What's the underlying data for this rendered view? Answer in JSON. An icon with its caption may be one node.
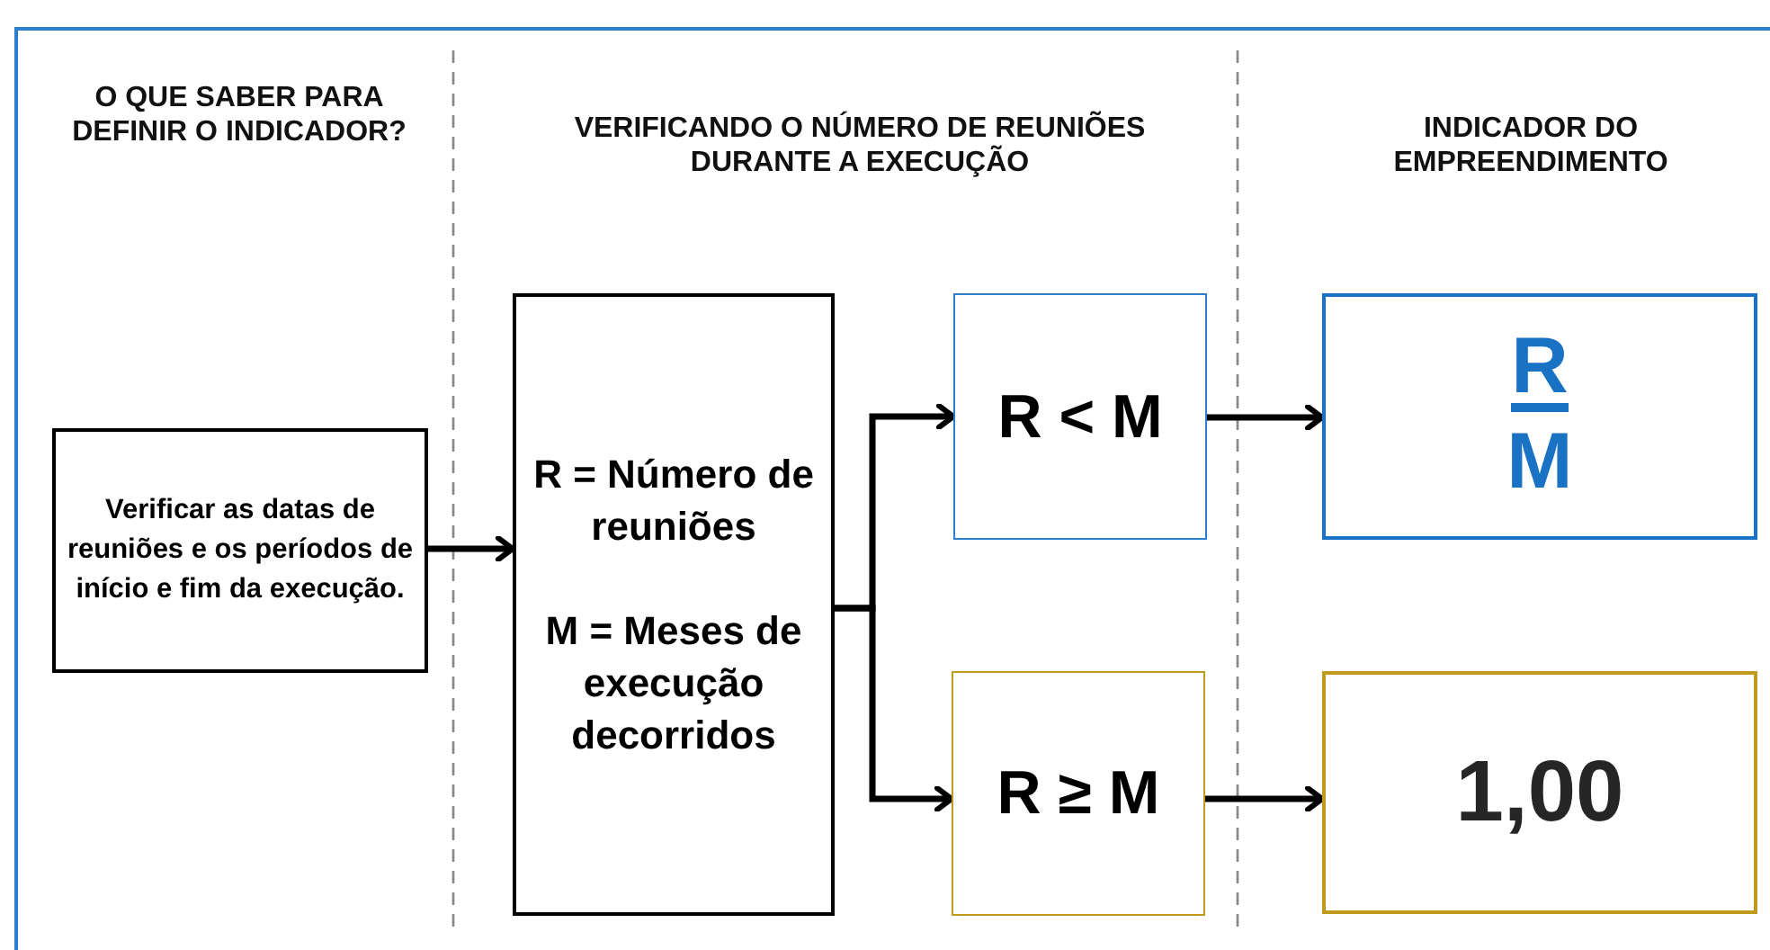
{
  "diagram": {
    "nodes": [
      {
        "text": [
          "Verificar as datas de reuniões e os períodos de início e fim da execução."
        ]
      },
      {
        "text": [
          "R = Número de reuniões",
          "M = Meses de execução decorridos"
        ]
      },
      {
        "text": [
          "R < M"
        ]
      },
      {
        "text": [
          "R ≥ M"
        ]
      },
      {
        "text": [
          "R",
          "M"
        ]
      },
      {
        "text": [
          "1,00"
        ]
      }
    ],
    "edges": [
      {
        "from": 0,
        "to": 1,
        "arrow": "to"
      },
      {
        "from": 1,
        "to": 2,
        "arrow": "to"
      },
      {
        "from": 1,
        "to": 3,
        "arrow": "to"
      },
      {
        "from": 2,
        "to": 4,
        "arrow": "to"
      },
      {
        "from": 3,
        "to": 5,
        "arrow": "to"
      }
    ],
    "labels": [
      "O QUE SABER PARA DEFINIR O INDICADOR?",
      "VERIFICANDO O NÚMERO DE REUNIÕES DURANTE A EXECUÇÃO",
      "INDICADOR DO EMPREENDIMENTO"
    ]
  }
}
